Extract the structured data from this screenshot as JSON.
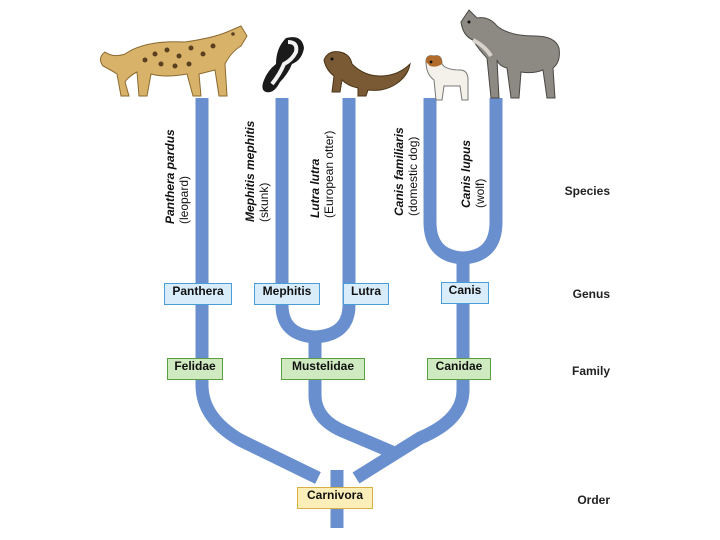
{
  "ranks": {
    "species": "Species",
    "genus": "Genus",
    "family": "Family",
    "order": "Order"
  },
  "species": [
    {
      "scientific": "Panthera pardus",
      "common": "(leopard)"
    },
    {
      "scientific": "Mephitis mephitis",
      "common": "(skunk)"
    },
    {
      "scientific": "Lutra lutra",
      "common": "(European otter)"
    },
    {
      "scientific": "Canis familiaris",
      "common": "(domestic dog)"
    },
    {
      "scientific": "Canis lupus",
      "common": "(wolf)"
    }
  ],
  "genera": [
    "Panthera",
    "Mephitis",
    "Lutra",
    "Canis"
  ],
  "families": [
    "Felidae",
    "Mustelidae",
    "Canidae"
  ],
  "order": "Carnivora",
  "colors": {
    "branch": "#6a8fcf",
    "genus_fill": "#d8ecfa",
    "family_fill": "#cfeac0",
    "order_fill": "#fbeeb8"
  },
  "animal_icons": [
    "leopard-icon",
    "skunk-icon",
    "otter-icon",
    "dog-icon",
    "wolf-icon"
  ]
}
